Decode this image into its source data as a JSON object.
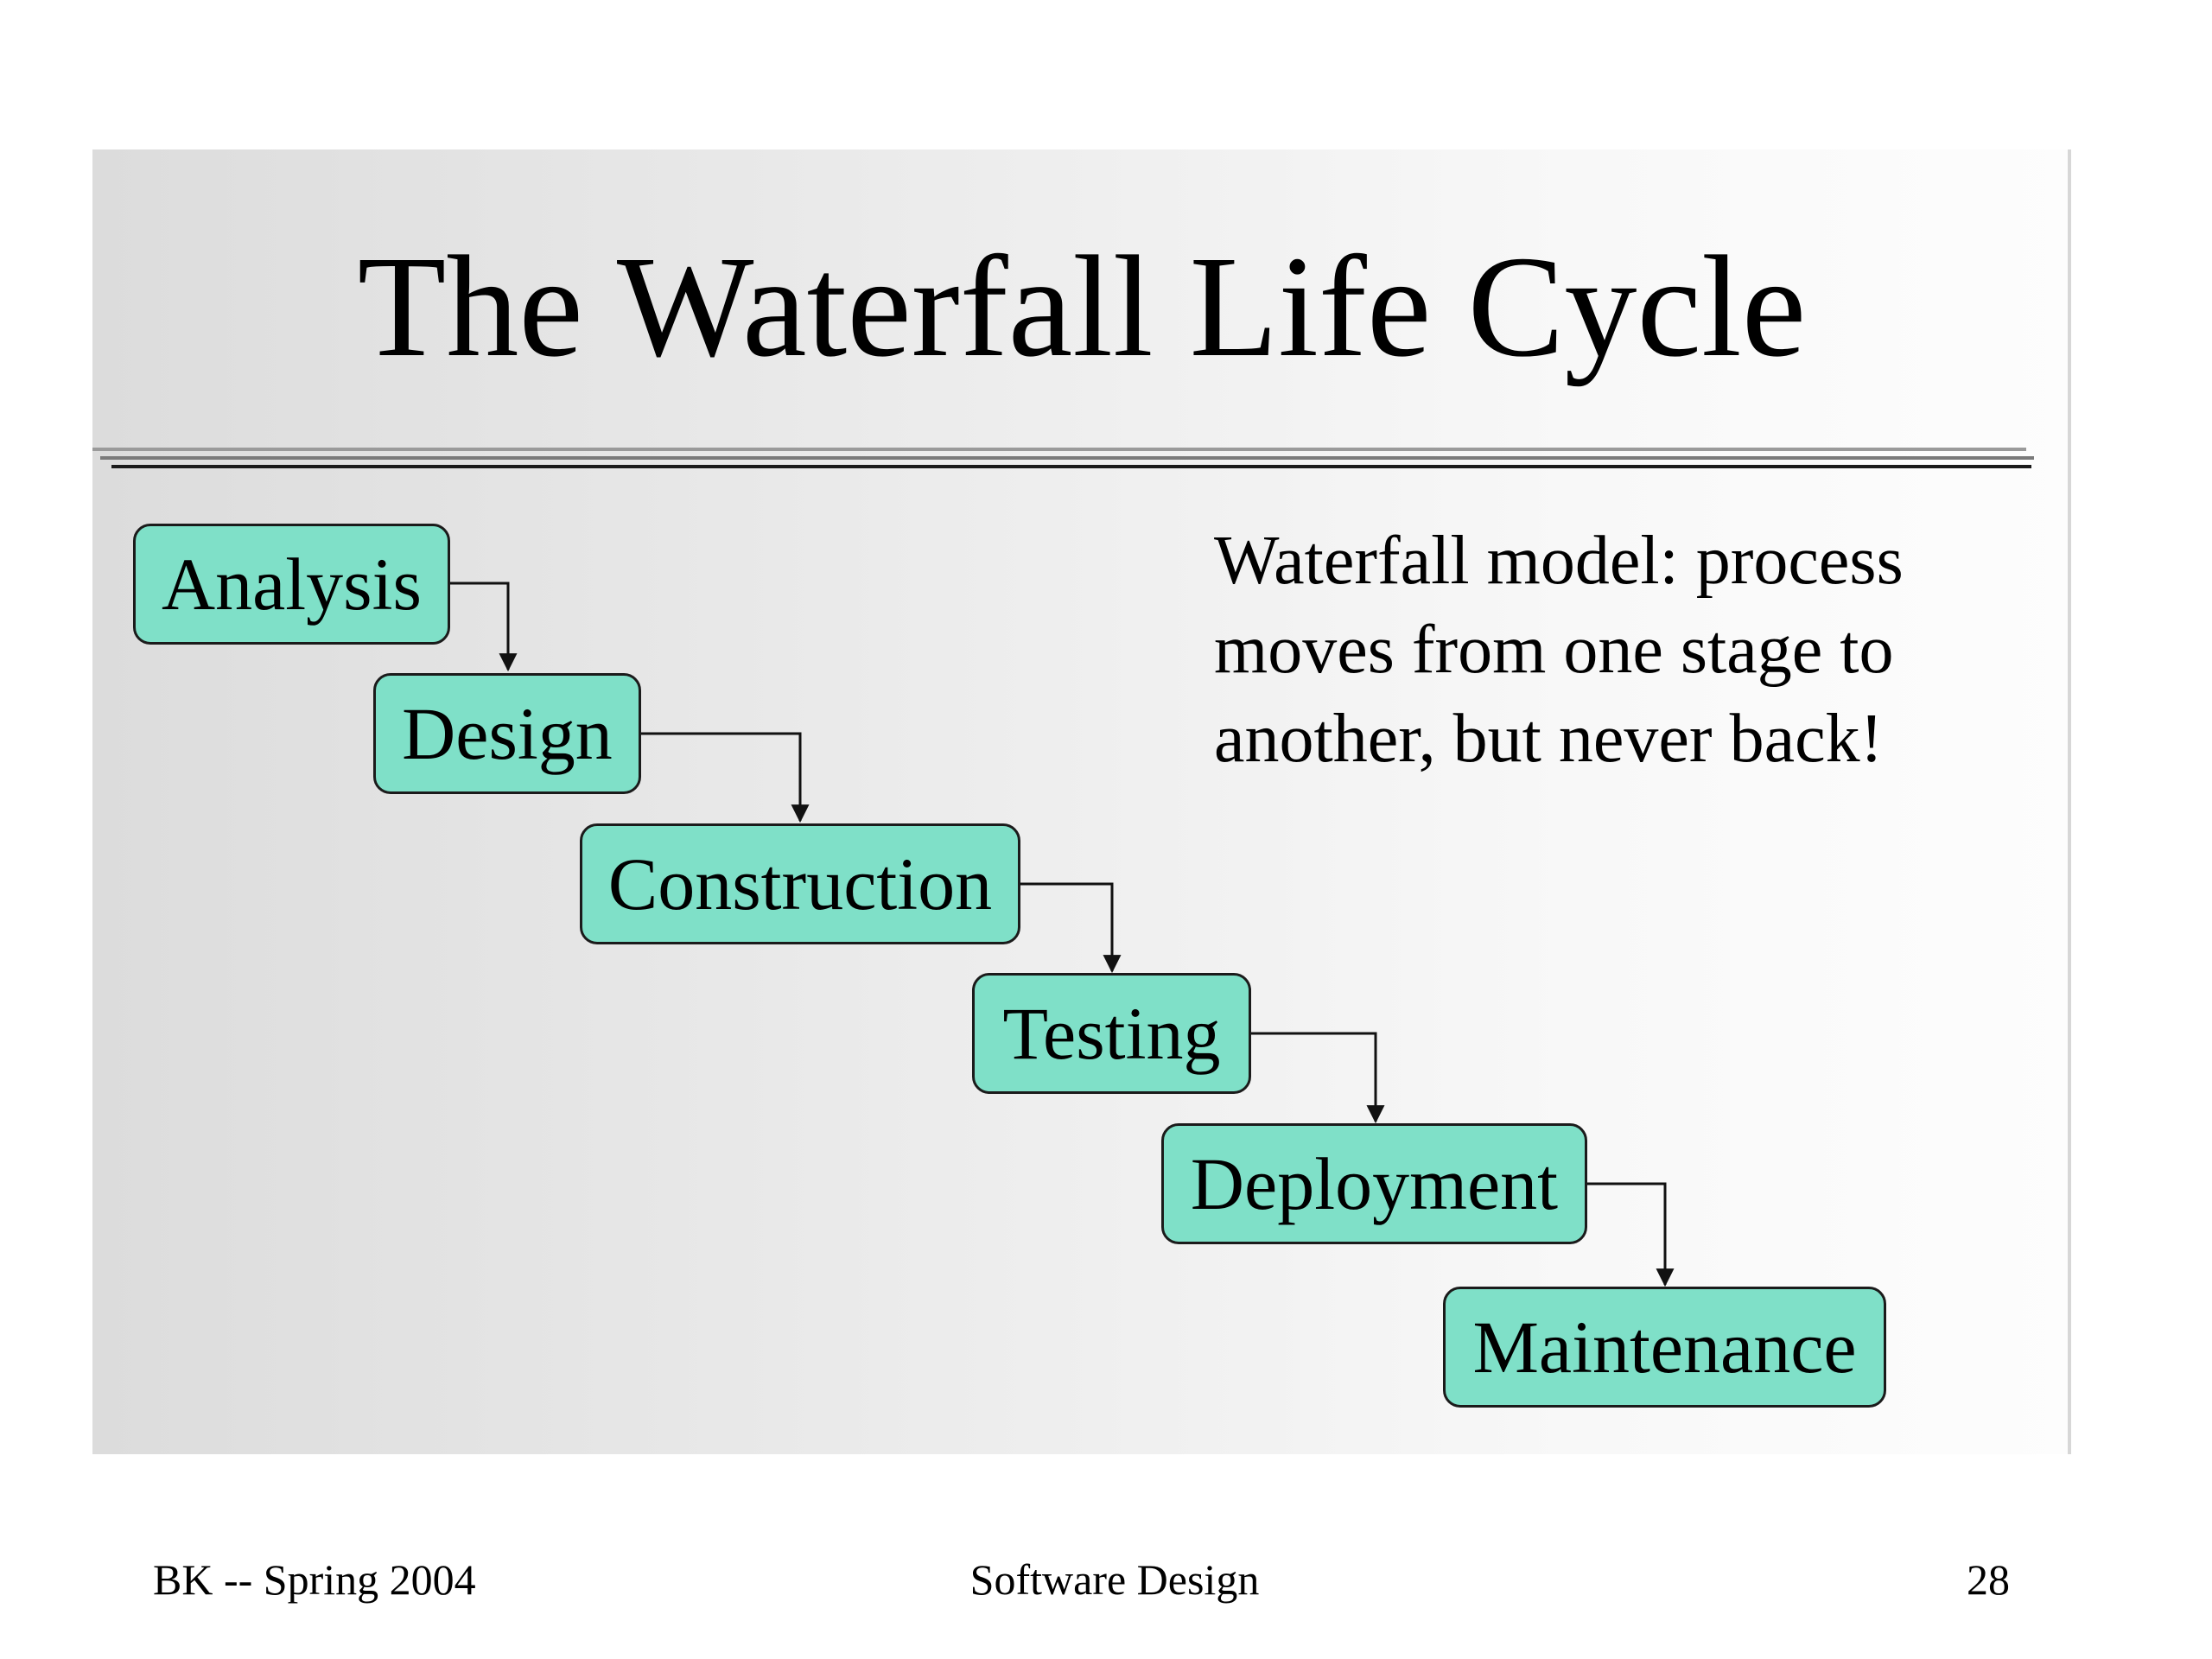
{
  "title": "The Waterfall Life Cycle",
  "stages": [
    {
      "label": "Analysis"
    },
    {
      "label": "Design"
    },
    {
      "label": "Construction"
    },
    {
      "label": "Testing"
    },
    {
      "label": "Deployment"
    },
    {
      "label": "Maintenance"
    }
  ],
  "note_lines": [
    "Waterfall model: process",
    "moves from one stage to",
    "another, but never back!"
  ],
  "footer": {
    "left": "BK -- Spring 2004",
    "center": "Software Design",
    "page_number": "28"
  },
  "colors": {
    "stage_fill": "#7fe0c8",
    "stage_border": "#1b1b1b"
  }
}
